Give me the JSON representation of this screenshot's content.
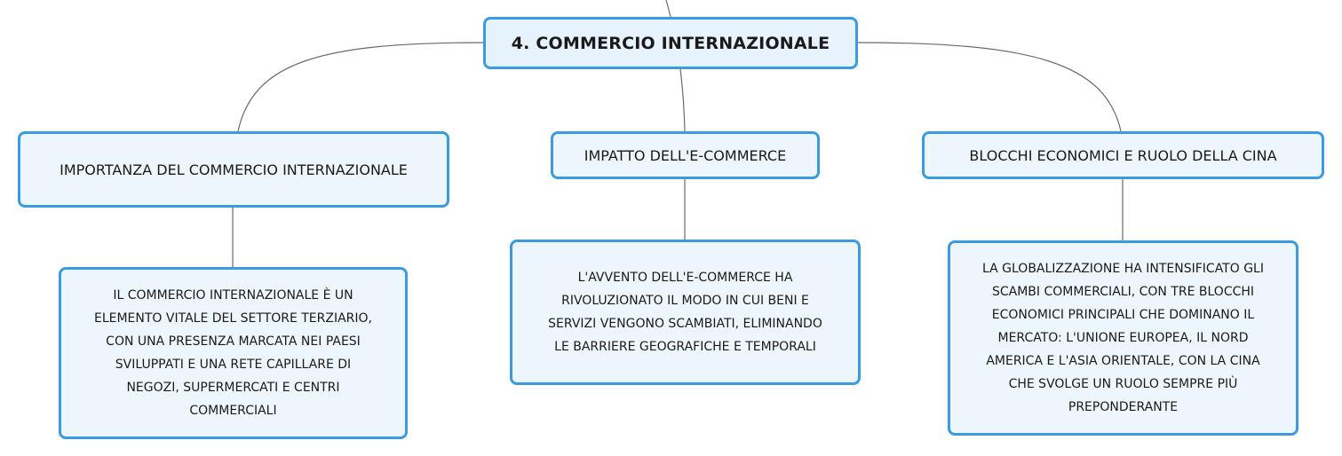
{
  "map": {
    "root": {
      "label": "4. COMMERCIO INTERNAZIONALE"
    },
    "topics": [
      {
        "label": "IMPORTANZA DEL COMMERCIO INTERNAZIONALE",
        "detail": "IL COMMERCIO INTERNAZIONALE È UN\nELEMENTO VITALE DEL SETTORE TERZIARIO,\nCON UNA PRESENZA MARCATA NEI PAESI\nSVILUPPATI E UNA RETE CAPILLARE DI\nNEGOZI, SUPERMERCATI E CENTRI\nCOMMERCIALI"
      },
      {
        "label": "IMPATTO DELL'E-COMMERCE",
        "detail": "L'AVVENTO DELL'E-COMMERCE HA\nRIVOLUZIONATO IL MODO IN CUI BENI E\nSERVIZI VENGONO SCAMBIATI, ELIMINANDO\nLE BARRIERE GEOGRAFICHE E TEMPORALI"
      },
      {
        "label": "BLOCCHI ECONOMICI E RUOLO DELLA CINA",
        "detail": "LA GLOBALIZZAZIONE HA INTENSIFICATO GLI\nSCAMBI COMMERCIALI, CON TRE BLOCCHI\nECONOMICI PRINCIPALI CHE DOMINANO IL\nMERCATO: L'UNIONE EUROPEA, IL NORD\nAMERICA E L'ASIA ORIENTALE, CON LA CINA\nCHE SVOLGE UN RUOLO SEMPRE PIÙ\nPREPONDERANTE"
      }
    ]
  },
  "colors": {
    "node_border": "#3b9be0",
    "node_fill": "#eef6fd",
    "connector": "#6b6b6b"
  }
}
